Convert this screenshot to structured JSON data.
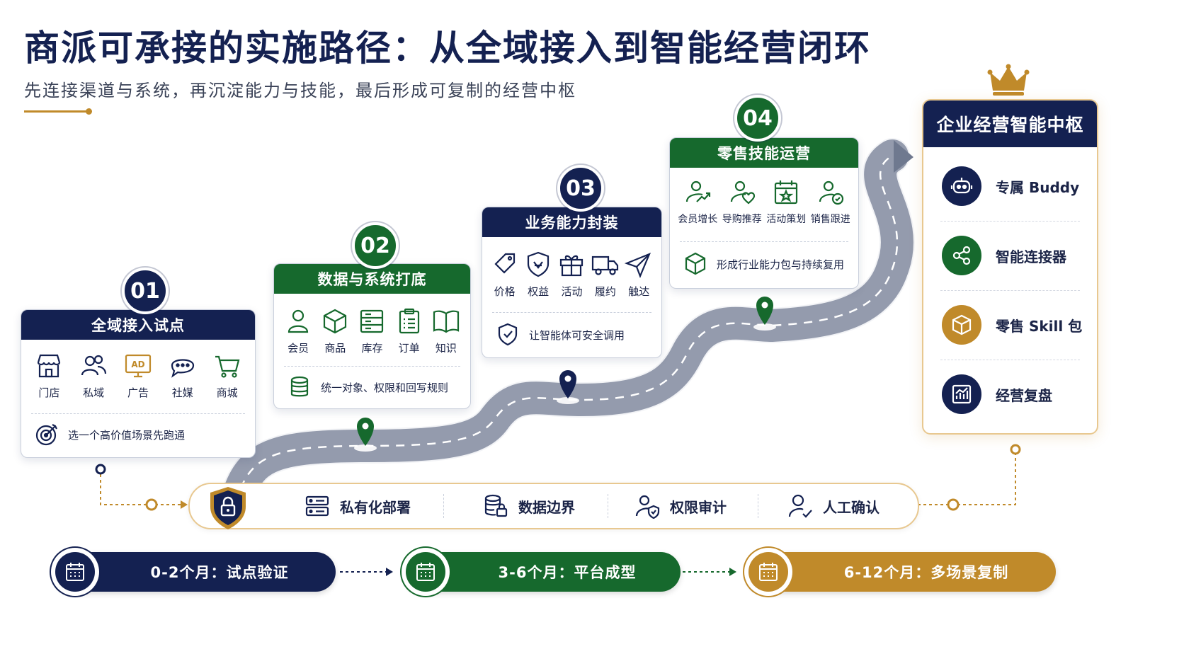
{
  "header": {
    "title": "商派可承接的实施路径：从全域接入到智能经营闭环",
    "subtitle": "先连接渠道与系统，再沉淀能力与技能，最后形成可复制的经营中枢"
  },
  "colors": {
    "navy": "#142151",
    "green": "#16692d",
    "gold": "#c08a2a",
    "road": "#707a8f"
  },
  "steps": [
    {
      "number": "01",
      "title": "全域接入试点",
      "items": [
        {
          "label": "门店",
          "icon": "store-icon"
        },
        {
          "label": "私域",
          "icon": "users-icon"
        },
        {
          "label": "广告",
          "icon": "ad-icon"
        },
        {
          "label": "社媒",
          "icon": "chat-icon"
        },
        {
          "label": "商城",
          "icon": "cart-icon"
        }
      ],
      "footer": "选一个高价值场景先跑通",
      "footer_icon": "target-icon"
    },
    {
      "number": "02",
      "title": "数据与系统打底",
      "items": [
        {
          "label": "会员",
          "icon": "person-icon"
        },
        {
          "label": "商品",
          "icon": "box-icon"
        },
        {
          "label": "库存",
          "icon": "inventory-icon"
        },
        {
          "label": "订单",
          "icon": "clipboard-icon"
        },
        {
          "label": "知识",
          "icon": "book-icon"
        }
      ],
      "footer": "统一对象、权限和回写规则",
      "footer_icon": "database-icon"
    },
    {
      "number": "03",
      "title": "业务能力封装",
      "items": [
        {
          "label": "价格",
          "icon": "tag-icon"
        },
        {
          "label": "权益",
          "icon": "shield-icon"
        },
        {
          "label": "活动",
          "icon": "gift-icon"
        },
        {
          "label": "履约",
          "icon": "truck-icon"
        },
        {
          "label": "触达",
          "icon": "send-icon"
        }
      ],
      "footer": "让智能体可安全调用",
      "footer_icon": "shield-check-icon"
    },
    {
      "number": "04",
      "title": "零售技能运营",
      "items": [
        {
          "label": "会员增长",
          "icon": "growth-icon"
        },
        {
          "label": "导购推荐",
          "icon": "recommend-icon"
        },
        {
          "label": "活动策划",
          "icon": "calendar-star-icon"
        },
        {
          "label": "销售跟进",
          "icon": "followup-icon"
        }
      ],
      "footer": "形成行业能力包与持续复用",
      "footer_icon": "package-icon"
    }
  ],
  "hub": {
    "title": "企业经营智能中枢",
    "items": [
      {
        "label": "专属 Buddy",
        "icon": "robot-icon",
        "color": "#142151"
      },
      {
        "label": "智能连接器",
        "icon": "connector-icon",
        "color": "#16692d"
      },
      {
        "label": "零售 Skill 包",
        "icon": "cube-icon",
        "color": "#c08a2a"
      },
      {
        "label": "经营复盘",
        "icon": "chart-icon",
        "color": "#142151"
      }
    ]
  },
  "security": {
    "items": [
      {
        "label": "私有化部署",
        "icon": "server-icon"
      },
      {
        "label": "数据边界",
        "icon": "data-lock-icon"
      },
      {
        "label": "权限审计",
        "icon": "user-shield-icon"
      },
      {
        "label": "人工确认",
        "icon": "user-check-icon"
      }
    ]
  },
  "phases": [
    {
      "label": "0-2个月：试点验证",
      "color": "#142151"
    },
    {
      "label": "3-6个月：平台成型",
      "color": "#16692d"
    },
    {
      "label": "6-12个月：多场景复制",
      "color": "#c08a2a"
    }
  ]
}
